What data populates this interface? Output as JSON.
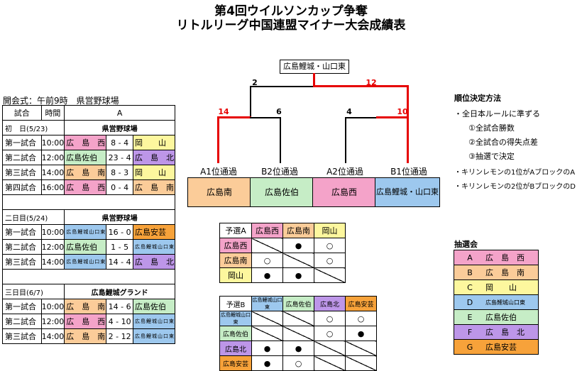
{
  "title_line1": "第4回ウイルソンカップ争奪",
  "title_line2": "リトルリーグ中国連盟マイナー大会成績表",
  "opening": "開会式：午前9時　県営野球場",
  "schedule_header": {
    "match": "試合",
    "time": "時間",
    "block": "A"
  },
  "days": [
    {
      "label": "初　日(5/23)",
      "venue": "県営野球場",
      "games": [
        {
          "n": "第一試合",
          "time": "10:00",
          "home": "広　島　西",
          "hs": "8",
          "as": "4",
          "away": "岡　　山"
        },
        {
          "n": "第二試合",
          "time": "12:00",
          "home": "広島佐伯",
          "hs": "23",
          "as": "4",
          "away": "広　島　北"
        },
        {
          "n": "第三試合",
          "time": "14:00",
          "home": "広　島　南",
          "hs": "8",
          "as": "3",
          "away": "岡　　山"
        },
        {
          "n": "第四試合",
          "time": "16:00",
          "home": "広　島　西",
          "hs": "0",
          "as": "4",
          "away": "広　島　南"
        }
      ]
    },
    {
      "label": "二日目(5/24)",
      "venue": "県営野球場",
      "games": [
        {
          "n": "第一試合",
          "time": "10:00",
          "home": "広島鯉城山口東",
          "hs": "16",
          "as": "0",
          "away": "広島安芸"
        },
        {
          "n": "第二試合",
          "time": "12:00",
          "home": "広島佐伯",
          "hs": "1",
          "as": "5",
          "away": "広島鯉城山口東"
        },
        {
          "n": "第三試合",
          "time": "14:00",
          "home": "広島鯉城山口東",
          "hs": "14",
          "as": "4",
          "away": "広　島　北"
        }
      ]
    },
    {
      "label": "三日目(6/7)",
      "venue": "広島鯉城グランド",
      "games": [
        {
          "n": "第一試合",
          "time": "10:00",
          "home": "広　島　南",
          "hs": "14",
          "as": "6",
          "away": "広島佐伯"
        },
        {
          "n": "第二試合",
          "time": "12:00",
          "home": "広　島　西",
          "hs": "4",
          "as": "10",
          "away": "広島鯉城山口東"
        },
        {
          "n": "第三試合",
          "time": "14:00",
          "home": "広　島　南",
          "hs": "2",
          "as": "12",
          "away": "広島鯉城山口東"
        }
      ]
    }
  ],
  "bracket": {
    "champion": "広島鯉城・山口東",
    "scores": {
      "final_left": "2",
      "final_right": "12",
      "semi1_left": "14",
      "semi1_right": "6",
      "semi2_left": "4",
      "semi2_right": "10"
    },
    "positions": [
      "A1位通過",
      "B2位通過",
      "A2位通過",
      "B1位通過"
    ],
    "teams": [
      "広島南",
      "広島佐伯",
      "広島西",
      "広島鯉城・山口東"
    ]
  },
  "groupA": {
    "corner": "予選A",
    "cols": [
      "広島西",
      "広島南",
      "岡山"
    ],
    "rows": [
      {
        "name": "広島西",
        "cells": [
          "",
          "●",
          "○"
        ]
      },
      {
        "name": "広島南",
        "cells": [
          "○",
          "",
          "○"
        ]
      },
      {
        "name": "岡山",
        "cells": [
          "●",
          "●",
          ""
        ]
      }
    ]
  },
  "groupB": {
    "corner": "予選B",
    "cols": [
      "広島鯉城山口東",
      "広島佐伯",
      "広島北",
      "広島安芸"
    ],
    "rows": [
      {
        "name": "広島鯉城山口東",
        "cells": [
          "",
          "",
          "○",
          "○"
        ]
      },
      {
        "name": "広島佐伯",
        "cells": [
          "",
          "",
          "○",
          "●"
        ]
      },
      {
        "name": "広島北",
        "cells": [
          "●",
          "●",
          "",
          ""
        ]
      },
      {
        "name": "広島安芸",
        "cells": [
          "●",
          "○",
          "",
          ""
        ]
      }
    ]
  },
  "rules": {
    "heading": "順位決定方法",
    "items": [
      "・全日本ルールに準ずる",
      "①全試合勝数",
      "②全試合の得失点差",
      "③抽選で決定",
      "・キリンレモンの1位がAブロックのA",
      "・キリンレモンの2位がBブロックのD"
    ]
  },
  "lottery": {
    "heading": "抽選会",
    "rows": [
      {
        "k": "A",
        "v": "広　島　西",
        "color": "#f4a3c9"
      },
      {
        "k": "B",
        "v": "広　島　南",
        "color": "#fbcc99"
      },
      {
        "k": "C",
        "v": "岡　　山",
        "color": "#fdf79e"
      },
      {
        "k": "D",
        "v": "広島鯉城山口東",
        "color": "#9dc8ee"
      },
      {
        "k": "E",
        "v": "広島佐伯",
        "color": "#c6edc6"
      },
      {
        "k": "F",
        "v": "広　島　北",
        "color": "#bd96e8"
      },
      {
        "k": "G",
        "v": "広島安芸",
        "color": "#f7a23a"
      }
    ]
  }
}
